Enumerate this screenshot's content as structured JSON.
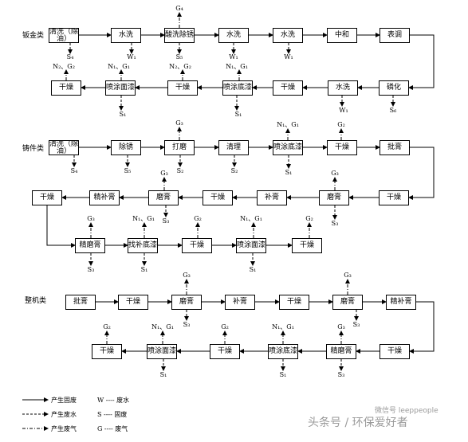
{
  "sections": {
    "sheet_metal": "钣金类",
    "casting": "铸件类",
    "machine": "整机类"
  },
  "steps": {
    "sm_clean": "清洗（除油）",
    "sm_rinse1": "水洗",
    "sm_pickle": "酸洗除锈",
    "sm_rinse2": "水洗",
    "sm_rinse3": "水洗",
    "sm_neutral": "中和",
    "sm_surface": "表调",
    "sm_phosphate": "磷化",
    "sm_rinse4": "水洗",
    "sm_dry1": "干燥",
    "sm_primer": "喷涂底漆",
    "sm_dry2": "干燥",
    "sm_topcoat": "喷涂面漆",
    "sm_dry3": "干燥",
    "c_clean": "清洗（除油）",
    "c_derust": "除锈",
    "c_polish": "打磨",
    "c_trim": "清理",
    "c_primer": "喷涂底漆",
    "c_dry1": "干燥",
    "c_putty": "批膏",
    "c_dry2": "干燥",
    "c_sand1": "磨膏",
    "c_patch": "补膏",
    "c_dry3": "干燥",
    "c_sand2": "磨膏",
    "c_finepatch": "精补膏",
    "c_dry4": "干燥",
    "c_finesand": "精磨膏",
    "c_touchup": "找补底漆",
    "c_dry5": "干燥",
    "c_topcoat": "喷涂面漆",
    "c_dry6": "干燥",
    "m_putty": "批膏",
    "m_dry1": "干燥",
    "m_sand1": "磨膏",
    "m_patch": "补膏",
    "m_dry2": "干燥",
    "m_sand2": "磨膏",
    "m_finepatch": "精补膏",
    "m_dry3": "干燥",
    "m_finesand": "精磨膏",
    "m_primer": "喷涂底漆",
    "m_dry4": "干燥",
    "m_topcoat": "喷涂面漆",
    "m_dry5": "干燥"
  },
  "emissions": {
    "g4": "G₄",
    "s4a": "S₄",
    "w1a": "W₁",
    "s5a": "S₅",
    "w1b": "W₁",
    "w1c": "W₁",
    "n2g2a": "N₂、G₂",
    "n1g1a": "N₁、G₁",
    "n2g2b": "N₂、G₂",
    "n1g1b": "N₁、G₁",
    "s1a": "S₁",
    "s1b": "S₁",
    "w1d": "W₁",
    "s6": "S₆",
    "g3a": "G₃",
    "n1g1c": "N₁、G₁",
    "g2a": "G₂",
    "s4b": "S₄",
    "s5b": "S₅",
    "s2a": "S₂",
    "s2b": "S₂",
    "s1c": "S₁",
    "g3b": "G₃",
    "g3c": "G₃",
    "s3a": "S₃",
    "s3b": "S₃",
    "g3d": "G₃",
    "n1g1d": "N₁、G₁",
    "g2b": "G₂",
    "n1g1e": "N₁、G₁",
    "g2c": "G₂",
    "s3c": "S₃",
    "s1d": "S₁",
    "s1e": "S₁",
    "g3e": "G₃",
    "g3f": "G₃",
    "s3d": "S₃",
    "s3e": "S₃",
    "g2d": "G₂",
    "n1g1f": "N₁、G₁",
    "g2e": "G₂",
    "n1g1g": "N₁、G₁",
    "g3g": "G₃",
    "s1f": "S₁",
    "s1g": "S₁",
    "s3f": "S₃"
  },
  "legend": {
    "solid": "产生固废",
    "dashed": "产生废水",
    "dashdot": "产生废气",
    "w_key": "W ---- 废水",
    "s_key": "S ---- 固废",
    "g_key": "G ---- 废气"
  },
  "watermark": "头条号 / 环保爱好者",
  "watermark_sub": "微信号 leeppeople"
}
